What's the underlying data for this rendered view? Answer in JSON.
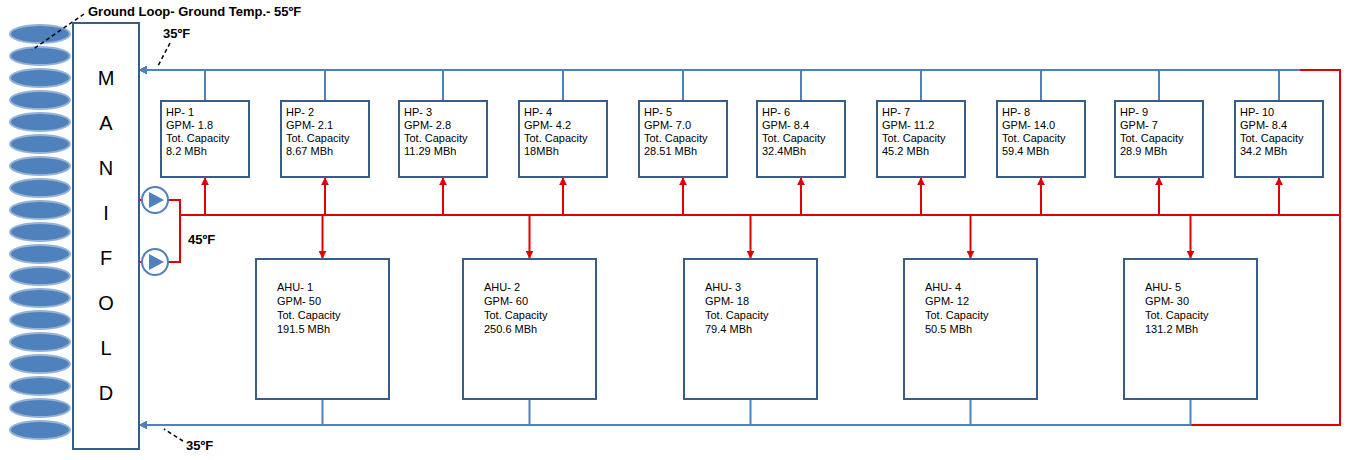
{
  "diagram": {
    "nodes": [
      {
        "text": [
          "M A N I F O L D"
        ]
      },
      {
        "text": [
          "HP- 1",
          "GPM- 1.8",
          "Tot. Capacity",
          "8.2 MBh"
        ]
      },
      {
        "text": [
          "HP- 2",
          "GPM- 2.1",
          "Tot. Capacity",
          "8.67 MBh"
        ]
      },
      {
        "text": [
          "HP- 3",
          "GPM- 2.8",
          "Tot. Capacity",
          "11.29 MBh"
        ]
      },
      {
        "text": [
          "HP- 4",
          "GPM- 4.2",
          "Tot. Capacity",
          "18MBh"
        ]
      },
      {
        "text": [
          "HP- 5",
          "GPM- 7.0",
          "Tot. Capacity",
          "28.51 MBh"
        ]
      },
      {
        "text": [
          "HP- 6",
          "GPM- 8.4",
          "Tot. Capacity",
          "32.4MBh"
        ]
      },
      {
        "text": [
          "HP- 7",
          "GPM- 11.2",
          "Tot. Capacity",
          "45.2 MBh"
        ]
      },
      {
        "text": [
          "HP- 8",
          "GPM- 14.0",
          "Tot. Capacity",
          "59.4 MBh"
        ]
      },
      {
        "text": [
          "HP- 9",
          "GPM- 7",
          "Tot. Capacity",
          "28.9 MBh"
        ]
      },
      {
        "text": [
          "HP- 10",
          "GPM- 8.4",
          "Tot. Capacity",
          "34.2 MBh"
        ]
      },
      {
        "text": [
          "AHU- 1",
          "GPM- 50",
          "Tot. Capacity",
          "191.5 MBh"
        ]
      },
      {
        "text": [
          "AHU- 2",
          "GPM- 60",
          "Tot. Capacity",
          "250.6 MBh"
        ]
      },
      {
        "text": [
          "AHU- 3",
          "GPM- 18",
          "Tot. Capacity",
          "79.4 MBh"
        ]
      },
      {
        "text": [
          "AHU- 4",
          "GPM- 12",
          "Tot. Capacity",
          "50.5 MBh"
        ]
      },
      {
        "text": [
          "AHU- 5",
          "GPM- 30",
          "Tot. Capacity",
          "131.2 MBh"
        ]
      }
    ],
    "edges": [
      {
        "from": 0,
        "to": 1,
        "arrow": "to"
      },
      {
        "from": 1,
        "to": 0,
        "arrow": "to"
      },
      {
        "from": 0,
        "to": 2,
        "arrow": "to"
      },
      {
        "from": 2,
        "to": 0,
        "arrow": "to"
      },
      {
        "from": 0,
        "to": 3,
        "arrow": "to"
      },
      {
        "from": 3,
        "to": 0,
        "arrow": "to"
      },
      {
        "from": 0,
        "to": 4,
        "arrow": "to"
      },
      {
        "from": 4,
        "to": 0,
        "arrow": "to"
      },
      {
        "from": 0,
        "to": 5,
        "arrow": "to"
      },
      {
        "from": 5,
        "to": 0,
        "arrow": "to"
      },
      {
        "from": 0,
        "to": 6,
        "arrow": "to"
      },
      {
        "from": 6,
        "to": 0,
        "arrow": "to"
      },
      {
        "from": 0,
        "to": 7,
        "arrow": "to"
      },
      {
        "from": 7,
        "to": 0,
        "arrow": "to"
      },
      {
        "from": 0,
        "to": 8,
        "arrow": "to"
      },
      {
        "from": 8,
        "to": 0,
        "arrow": "to"
      },
      {
        "from": 0,
        "to": 9,
        "arrow": "to"
      },
      {
        "from": 9,
        "to": 0,
        "arrow": "to"
      },
      {
        "from": 0,
        "to": 10,
        "arrow": "to"
      },
      {
        "from": 10,
        "to": 0,
        "arrow": "to"
      },
      {
        "from": 0,
        "to": 11,
        "arrow": "to"
      },
      {
        "from": 11,
        "to": 0,
        "arrow": "to"
      },
      {
        "from": 0,
        "to": 12,
        "arrow": "to"
      },
      {
        "from": 12,
        "to": 0,
        "arrow": "to"
      },
      {
        "from": 0,
        "to": 13,
        "arrow": "to"
      },
      {
        "from": 13,
        "to": 0,
        "arrow": "to"
      },
      {
        "from": 0,
        "to": 14,
        "arrow": "to"
      },
      {
        "from": 14,
        "to": 0,
        "arrow": "to"
      },
      {
        "from": 0,
        "to": 15,
        "arrow": "to"
      },
      {
        "from": 15,
        "to": 0,
        "arrow": "to"
      }
    ],
    "labels": [
      "Ground Loop- Ground Temp.- 55ºF",
      "35ºF",
      "45ºF",
      "35ºF"
    ]
  }
}
